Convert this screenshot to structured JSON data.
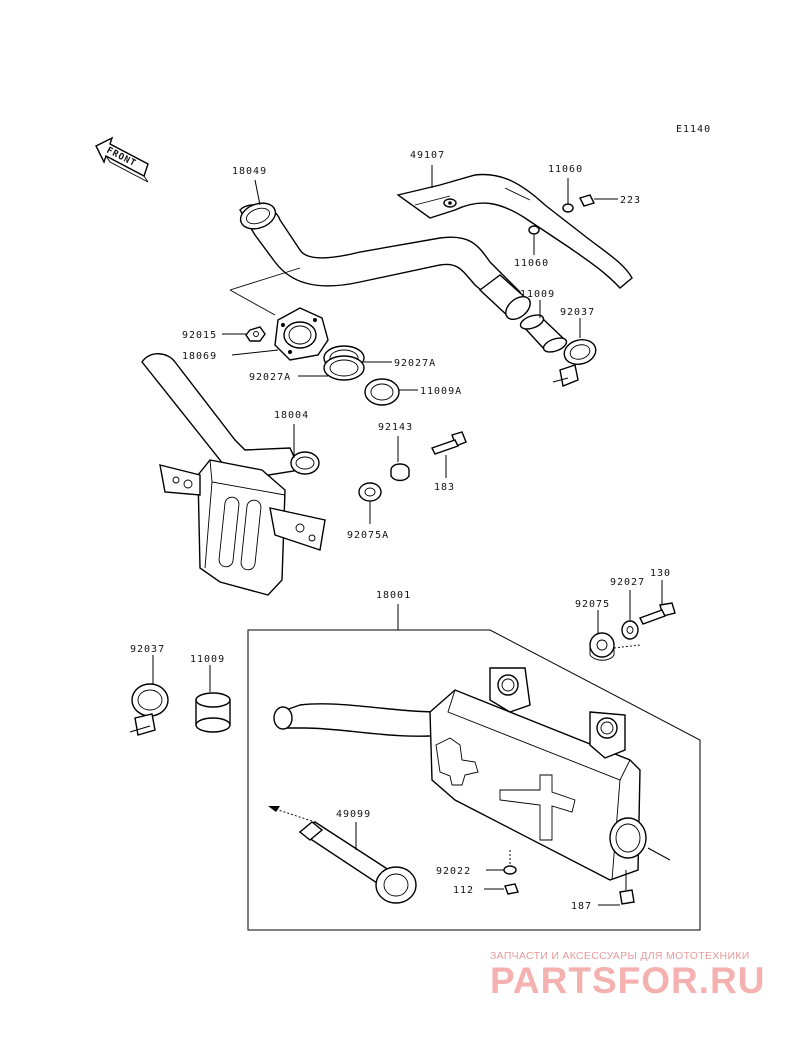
{
  "diagram_code": "E1140",
  "front_label": "FRONT",
  "labels": {
    "p18049": "18049",
    "p49107": "49107",
    "p11060a": "11060",
    "p223": "223",
    "p11060b": "11060",
    "p11009a": "11009",
    "p92037a": "92037",
    "p92015": "92015",
    "p18069": "18069",
    "p92027Ar": "92027A",
    "p92027Al": "92027A",
    "p11009A": "11009A",
    "p18004": "18004",
    "p92143": "92143",
    "p183": "183",
    "p92075A": "92075A",
    "p18001": "18001",
    "p130": "130",
    "p92027": "92027",
    "p92075": "92075",
    "p92037b": "92037",
    "p11009b": "11009",
    "p49099": "49099",
    "p92022": "92022",
    "p112": "112",
    "p187": "187"
  },
  "watermark": {
    "tagline": "ЗАПЧАСТИ И АКСЕССУАРЫ ДЛЯ МОТОТЕХНИКИ",
    "brand": "PARTSFOR.RU"
  }
}
